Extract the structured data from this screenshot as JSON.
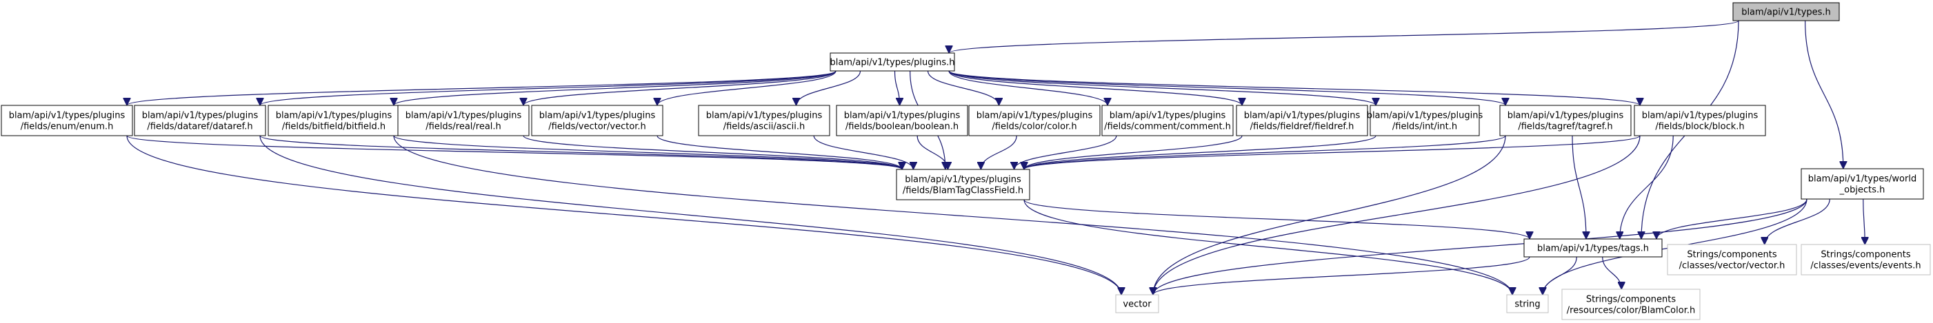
{
  "nodes": [
    {
      "id": "types",
      "lines": [
        "blam/api/v1/types.h"
      ],
      "kind": "root",
      "link": false
    },
    {
      "id": "plugins",
      "lines": [
        "blam/api/v1/types/plugins.h"
      ],
      "kind": "file",
      "link": true
    },
    {
      "id": "enum",
      "lines": [
        "blam/api/v1/types/plugins",
        "/fields/enum/enum.h"
      ],
      "kind": "file",
      "link": true
    },
    {
      "id": "dataref",
      "lines": [
        "blam/api/v1/types/plugins",
        "/fields/dataref/dataref.h"
      ],
      "kind": "file",
      "link": true
    },
    {
      "id": "bitfield",
      "lines": [
        "blam/api/v1/types/plugins",
        "/fields/bitfield/bitfield.h"
      ],
      "kind": "file",
      "link": true
    },
    {
      "id": "real",
      "lines": [
        "blam/api/v1/types/plugins",
        "/fields/real/real.h"
      ],
      "kind": "file",
      "link": true
    },
    {
      "id": "vectorf",
      "lines": [
        "blam/api/v1/types/plugins",
        "/fields/vector/vector.h"
      ],
      "kind": "file",
      "link": true
    },
    {
      "id": "ascii",
      "lines": [
        "blam/api/v1/types/plugins",
        "/fields/ascii/ascii.h"
      ],
      "kind": "file",
      "link": true
    },
    {
      "id": "boolean",
      "lines": [
        "blam/api/v1/types/plugins",
        "/fields/boolean/boolean.h"
      ],
      "kind": "file",
      "link": true
    },
    {
      "id": "color",
      "lines": [
        "blam/api/v1/types/plugins",
        "/fields/color/color.h"
      ],
      "kind": "file",
      "link": true
    },
    {
      "id": "comment",
      "lines": [
        "blam/api/v1/types/plugins",
        "/fields/comment/comment.h"
      ],
      "kind": "file",
      "link": true
    },
    {
      "id": "fieldref",
      "lines": [
        "blam/api/v1/types/plugins",
        "/fields/fieldref/fieldref.h"
      ],
      "kind": "file",
      "link": true
    },
    {
      "id": "int",
      "lines": [
        "blam/api/v1/types/plugins",
        "/fields/int/int.h"
      ],
      "kind": "file",
      "link": true
    },
    {
      "id": "tagref",
      "lines": [
        "blam/api/v1/types/plugins",
        "/fields/tagref/tagref.h"
      ],
      "kind": "file",
      "link": true
    },
    {
      "id": "block",
      "lines": [
        "blam/api/v1/types/plugins",
        "/fields/block/block.h"
      ],
      "kind": "file",
      "link": true
    },
    {
      "id": "btcf",
      "lines": [
        "blam/api/v1/types/plugins",
        "/fields/BlamTagClassField.h"
      ],
      "kind": "file",
      "link": true
    },
    {
      "id": "tags",
      "lines": [
        "blam/api/v1/types/tags.h"
      ],
      "kind": "file",
      "link": true
    },
    {
      "id": "world",
      "lines": [
        "blam/api/v1/types/world",
        "_objects.h"
      ],
      "kind": "file",
      "link": true
    },
    {
      "id": "svec",
      "lines": [
        "Strings/components",
        "/classes/vector/vector.h"
      ],
      "kind": "external",
      "link": false
    },
    {
      "id": "sevents",
      "lines": [
        "Strings/components",
        "/classes/events/events.h"
      ],
      "kind": "external",
      "link": false
    },
    {
      "id": "vector",
      "lines": [
        "vector"
      ],
      "kind": "external",
      "link": false
    },
    {
      "id": "string",
      "lines": [
        "string"
      ],
      "kind": "external",
      "link": false
    },
    {
      "id": "bcolor",
      "lines": [
        "Strings/components",
        "/resources/color/BlamColor.h"
      ],
      "kind": "external",
      "link": false
    }
  ],
  "edges": [
    [
      "types",
      "plugins"
    ],
    [
      "types",
      "tags"
    ],
    [
      "types",
      "world"
    ],
    [
      "plugins",
      "enum"
    ],
    [
      "plugins",
      "dataref"
    ],
    [
      "plugins",
      "bitfield"
    ],
    [
      "plugins",
      "real"
    ],
    [
      "plugins",
      "vectorf"
    ],
    [
      "plugins",
      "btcf"
    ],
    [
      "plugins",
      "ascii"
    ],
    [
      "plugins",
      "boolean"
    ],
    [
      "plugins",
      "color"
    ],
    [
      "plugins",
      "comment"
    ],
    [
      "plugins",
      "fieldref"
    ],
    [
      "plugins",
      "int"
    ],
    [
      "plugins",
      "tagref"
    ],
    [
      "plugins",
      "block"
    ],
    [
      "enum",
      "btcf"
    ],
    [
      "enum",
      "vector"
    ],
    [
      "dataref",
      "btcf"
    ],
    [
      "dataref",
      "vector"
    ],
    [
      "bitfield",
      "btcf"
    ],
    [
      "bitfield",
      "string"
    ],
    [
      "real",
      "btcf"
    ],
    [
      "vectorf",
      "btcf"
    ],
    [
      "ascii",
      "btcf"
    ],
    [
      "boolean",
      "btcf"
    ],
    [
      "color",
      "btcf"
    ],
    [
      "comment",
      "btcf"
    ],
    [
      "fieldref",
      "btcf"
    ],
    [
      "int",
      "btcf"
    ],
    [
      "tagref",
      "btcf"
    ],
    [
      "tagref",
      "tags"
    ],
    [
      "tagref",
      "vector"
    ],
    [
      "block",
      "btcf"
    ],
    [
      "block",
      "tags"
    ],
    [
      "block",
      "vector"
    ],
    [
      "btcf",
      "tags"
    ],
    [
      "btcf",
      "string"
    ],
    [
      "tags",
      "vector"
    ],
    [
      "tags",
      "string"
    ],
    [
      "tags",
      "bcolor"
    ],
    [
      "world",
      "tags"
    ],
    [
      "world",
      "svec"
    ],
    [
      "world",
      "sevents"
    ],
    [
      "world",
      "vector"
    ],
    [
      "world",
      "string"
    ]
  ]
}
